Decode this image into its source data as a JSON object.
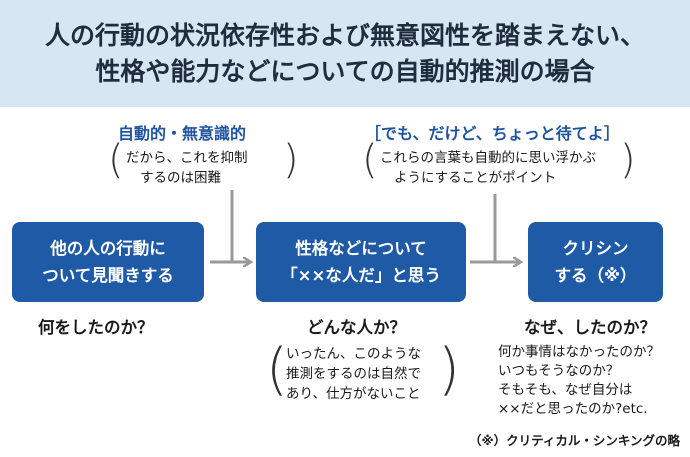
{
  "header": {
    "title_line1": "人の行動の状況依存性および無意図性を踏まえない、",
    "title_line2": "性格や能力などについての自動的推測の場合"
  },
  "top_left": {
    "label": "自動的・無意識的",
    "note_line1": "だから、これを抑制",
    "note_line2": "するのは困難"
  },
  "top_right": {
    "label": "［でも、だけど、ちょっと待てよ］",
    "note_line1": "これらの言葉も自動的に思い浮かぶ",
    "note_line2": "ようにすることがポイント"
  },
  "boxes": [
    {
      "line1": "他の人の行動に",
      "line2": "ついて見聞きする"
    },
    {
      "line1": "性格などについて",
      "line2": "「××な人だ」と思う"
    },
    {
      "line1": "クリシン",
      "line2": "する（※）"
    }
  ],
  "questions": {
    "q1": "何をしたのか？",
    "q2": "どんな人か？",
    "q3": "なぜ、したのか？"
  },
  "bottom_mid_note": {
    "line1": "いったん、このような",
    "line2": "推測をするのは自然で",
    "line3": "あり、仕方がないこと"
  },
  "bottom_right_note": {
    "line1": "何か事情はなかったのか？",
    "line2": "いつもそうなのか？",
    "line3": "そもそも、なぜ自分は",
    "line4": "××だと思ったのか?etc."
  },
  "footnote": "（※）クリティカル・シンキングの略",
  "colors": {
    "header_bg": "#d6e6f3",
    "box_fill": "#1f5aa6",
    "label_blue": "#2054a0",
    "connector": "#9a9a9a"
  }
}
